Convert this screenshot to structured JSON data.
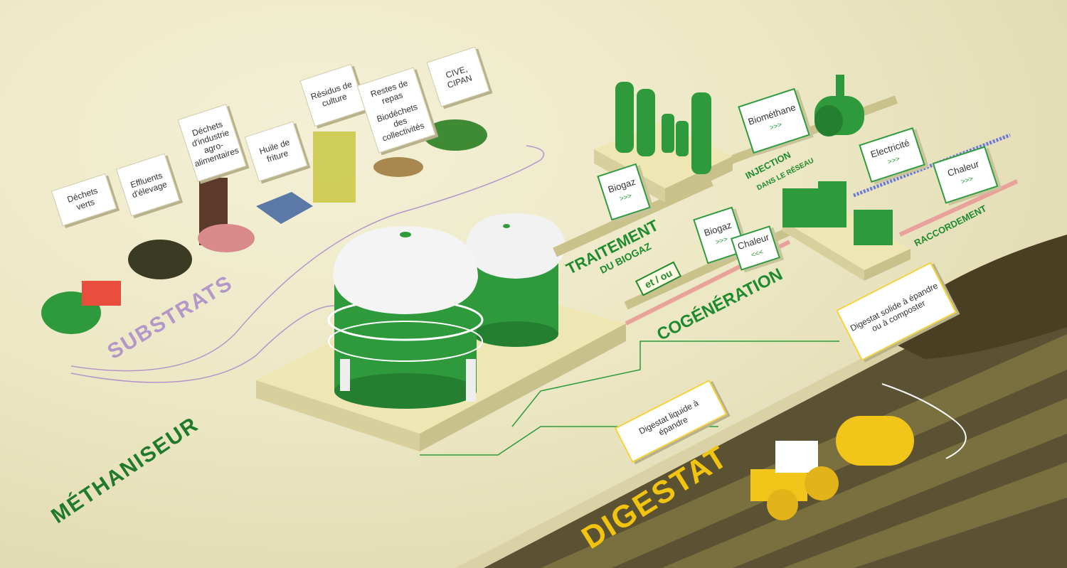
{
  "substrats": {
    "title": "SUBSTRATS",
    "items": [
      {
        "label": "Déchets verts"
      },
      {
        "label": "Effluents d'élevage"
      },
      {
        "label": "Déchets d'industrie agro-alimentaires"
      },
      {
        "label": "Huile de friture"
      },
      {
        "label": "Résidus de culture"
      },
      {
        "label": "Restes de repas"
      },
      {
        "label": "Biodéchets des collectivités"
      },
      {
        "label": "CIVE, CIPAN"
      }
    ]
  },
  "methaniseur": {
    "title": "MÉTHANISEUR"
  },
  "traitement": {
    "line1": "TRAITEMENT",
    "line2": "DU BIOGAZ",
    "et_ou": "et / ou",
    "cogeneration": "COGÉNÉRATION"
  },
  "flows": {
    "biogaz_1": "Biogaz",
    "biogaz_2": "Biogaz",
    "chaleur_in": "Chaleur",
    "biomethane": "Biométhane",
    "electricite": "Electricité",
    "chaleur_out": "Chaleur",
    "arrow_out": ">>>",
    "arrow_in": "<<<"
  },
  "injection": {
    "line1": "INJECTION",
    "line2": "DANS LE RÉSEAU"
  },
  "raccordement": {
    "label": "RACCORDEMENT"
  },
  "digestat": {
    "title": "DIGESTAT",
    "solide": "Digestat solide à épandre ou à composter",
    "liquide": "Digestat liquide à épandre"
  },
  "colors": {
    "green": "#2e9a3c",
    "dark_green": "#1f7a2c",
    "purple": "#b397c9",
    "yellow": "#f1c40f",
    "field": "#5e5431"
  }
}
